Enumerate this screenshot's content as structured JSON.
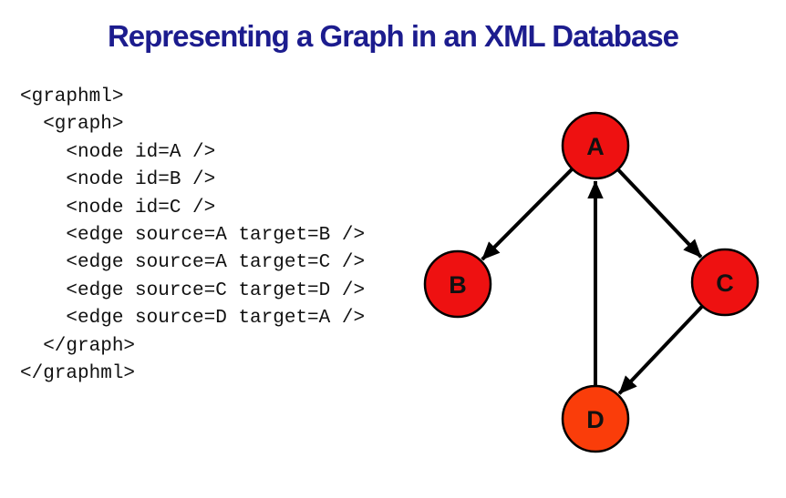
{
  "title": "Representing a Graph in an XML Database",
  "colors": {
    "title": "#1c1c8e",
    "background": "#ffffff",
    "node_fill": "#ee1111",
    "node_d_fill": "#fa3d0a",
    "node_stroke": "#000000",
    "edge": "#000000",
    "code_text": "#111111"
  },
  "code": {
    "lines": [
      "<graphml>",
      "  <graph>",
      "    <node id=A />",
      "    <node id=B />",
      "    <node id=C />",
      "    <edge source=A target=B />",
      "    <edge source=A target=C />",
      "    <edge source=C target=D />",
      "    <edge source=D target=A />",
      "  </graph>",
      "</graphml>"
    ]
  },
  "graph": {
    "nodes": [
      {
        "id": "A",
        "label": "A"
      },
      {
        "id": "B",
        "label": "B"
      },
      {
        "id": "C",
        "label": "C"
      },
      {
        "id": "D",
        "label": "D"
      }
    ],
    "edges": [
      {
        "source": "A",
        "target": "B"
      },
      {
        "source": "A",
        "target": "C"
      },
      {
        "source": "C",
        "target": "D"
      },
      {
        "source": "D",
        "target": "A"
      }
    ]
  }
}
